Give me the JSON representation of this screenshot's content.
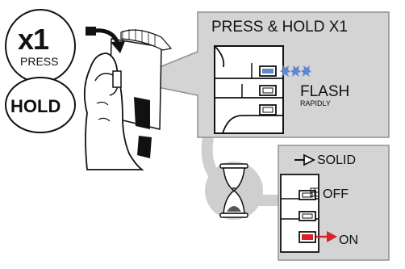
{
  "step_badge": {
    "count": "x1",
    "press": "PRESS",
    "hold": "HOLD"
  },
  "callout": {
    "title": "PRESS & HOLD X1",
    "flash": "FLASH",
    "flash_sub": "RAPIDLY"
  },
  "result_panel": {
    "solid": "SOLID",
    "off": "OFF",
    "on": "ON"
  },
  "colors": {
    "panel_fill": "#d4d4d4",
    "panel_stroke": "#909090",
    "indicator_blue": "#5f88cc",
    "indicator_red": "#d8232a",
    "outline": "#111111"
  },
  "icons": [
    "curved-arrow-icon",
    "hand-icon",
    "hourglass-icon",
    "flash-burst-icon",
    "arrow-icon"
  ]
}
